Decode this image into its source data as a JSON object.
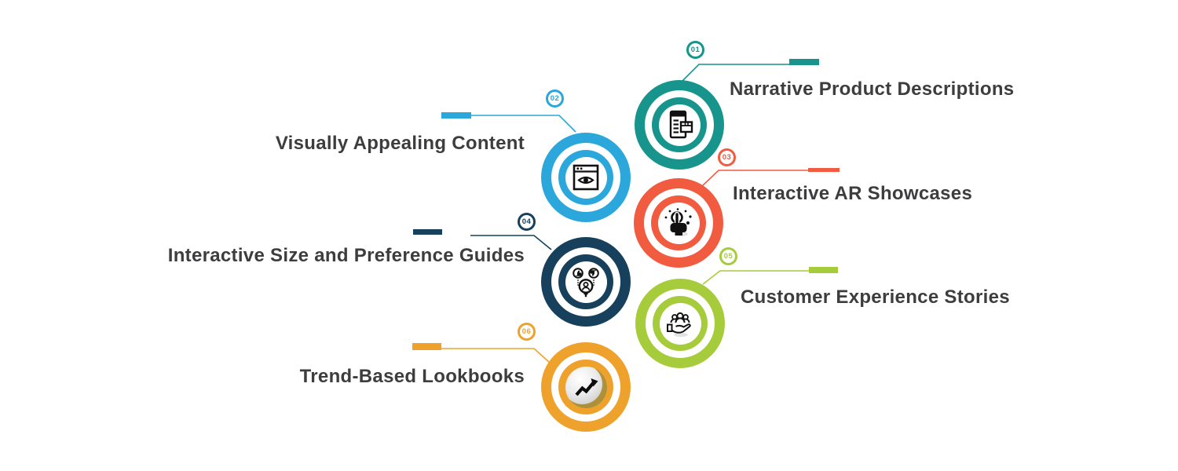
{
  "background": "#FFFFFF",
  "text_color": "#3D3D3F",
  "items": [
    {
      "num": "01",
      "label": "Narrative Product Descriptions",
      "color": "#17948C",
      "icon": "document-package-icon"
    },
    {
      "num": "02",
      "label": "Visually Appealing Content",
      "color": "#2BA7DC",
      "icon": "browser-eye-icon"
    },
    {
      "num": "03",
      "label": "Interactive AR Showcases",
      "color": "#F15B40",
      "icon": "tap-gesture-icon"
    },
    {
      "num": "04",
      "label": "Interactive Size and Preference Guides",
      "color": "#16405C",
      "icon": "preference-search-icon"
    },
    {
      "num": "05",
      "label": "Customer Experience Stories",
      "color": "#A6CC3C",
      "icon": "customer-care-icon"
    },
    {
      "num": "06",
      "label": "Trend-Based Lookbooks",
      "color": "#EFA22B",
      "icon": "trend-arrow-icon"
    }
  ]
}
